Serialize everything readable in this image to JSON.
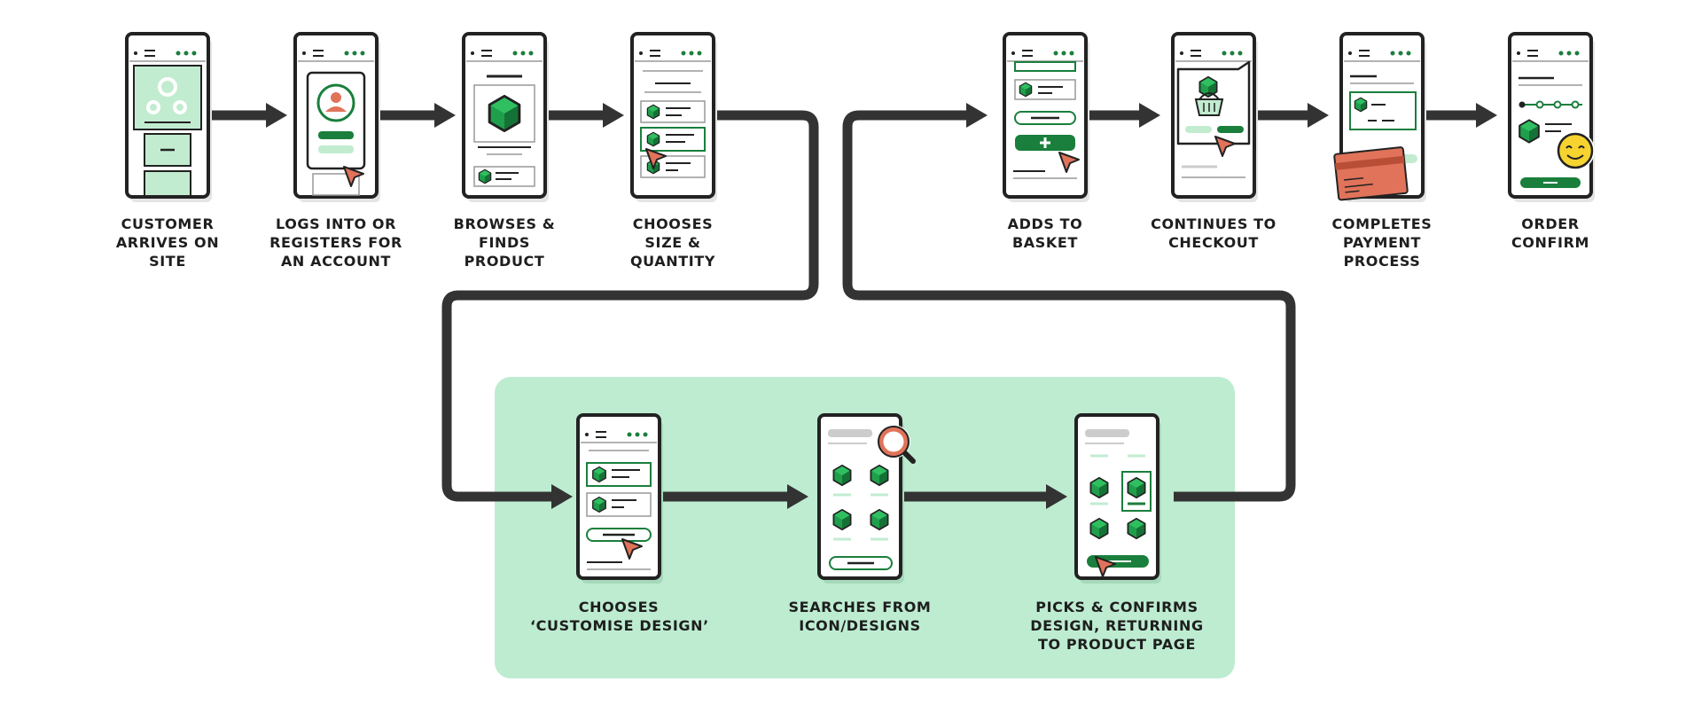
{
  "colors": {
    "green": "#1a7f3c",
    "green_light": "#c2ecd0",
    "panel": "#bdecd1",
    "outline": "#222222",
    "arrow": "#333333",
    "coral": "#e0735a",
    "smiley": "#f7d330"
  },
  "top_steps": [
    {
      "screen": "customer-arrives-on-site",
      "label": [
        "CUSTOMER",
        "ARRIVES ON",
        "SITE"
      ]
    },
    {
      "screen": "logs-into-or-registers",
      "label": [
        "LOGS INTO OR",
        "REGISTERS FOR",
        "AN ACCOUNT"
      ]
    },
    {
      "screen": "browses-and-finds-product",
      "label": [
        "BROWSES &",
        "FINDS",
        "PRODUCT"
      ]
    },
    {
      "screen": "chooses-size-and-quantity",
      "label": [
        "CHOOSES",
        "SIZE &",
        "QUANTITY"
      ]
    },
    {
      "screen": "adds-to-basket",
      "label": [
        "ADDS TO",
        "BASKET"
      ]
    },
    {
      "screen": "continues-to-checkout",
      "label": [
        "CONTINUES TO",
        "CHECKOUT"
      ]
    },
    {
      "screen": "completes-payment-process",
      "label": [
        "COMPLETES",
        "PAYMENT",
        "PROCESS"
      ]
    },
    {
      "screen": "order-confirm",
      "label": [
        "ORDER",
        "CONFIRM"
      ]
    }
  ],
  "bottom_steps": [
    {
      "screen": "chooses-customise-design",
      "label": [
        "CHOOSES",
        "‘CUSTOMISE DESIGN’"
      ]
    },
    {
      "screen": "searches-from-icon-designs",
      "label": [
        "SEARCHES FROM",
        "ICON/DESIGNS"
      ]
    },
    {
      "screen": "picks-and-confirms-design",
      "label": [
        "PICKS & CONFIRMS",
        "DESIGN, RETURNING",
        "TO PRODUCT PAGE"
      ]
    }
  ],
  "icons": {
    "cursor": "cursor-arrow-icon",
    "product": "green-cube-icon",
    "search": "magnifier-icon",
    "card": "credit-card-icon",
    "smiley": "smiley-face-icon",
    "gear": "gear-icon",
    "avatar": "user-avatar-icon",
    "basket": "basket-icon"
  }
}
